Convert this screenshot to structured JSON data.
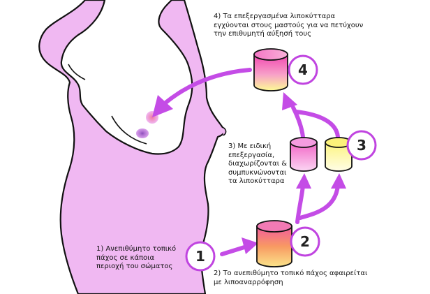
{
  "steps": {
    "step1": {
      "number": "1",
      "text": "1) Ανεπιθύμητο τοπικό\nπάχος σε κάποια\nπεριοχή του σώματος"
    },
    "step2": {
      "number": "2",
      "text": "2) Το ανεπιθύμητο τοπικό πάχος αφαιρείται\nμε λιποαναρρόφηση"
    },
    "step3": {
      "number": "3",
      "text": "3) Με ειδική\nεπεξεργασία,\nδιαχωρίζονται &\nσυμπυκνώνονται\nτα λιποκύτταρα"
    },
    "step4": {
      "number": "4",
      "text": "4) Τα επεξεργασμένα λιποκύτταρα\nεγχύονται στους μαστούς για να πετύχουν\nτην επιθυμητή αύξησή τους"
    }
  },
  "colors": {
    "skin": "#f0b8f2",
    "outline": "#111111",
    "arrow": "#c44ce6",
    "circle_border": "#c044e0",
    "areola": "#c58ad8",
    "injection_spot": "#f28fb0",
    "cylinder_pink": "#f25aa8",
    "cylinder_yellow": "#fbf59a",
    "cylinder_orange": "#f9a55e",
    "cylinder_light_pink": "#f6a6e8"
  }
}
